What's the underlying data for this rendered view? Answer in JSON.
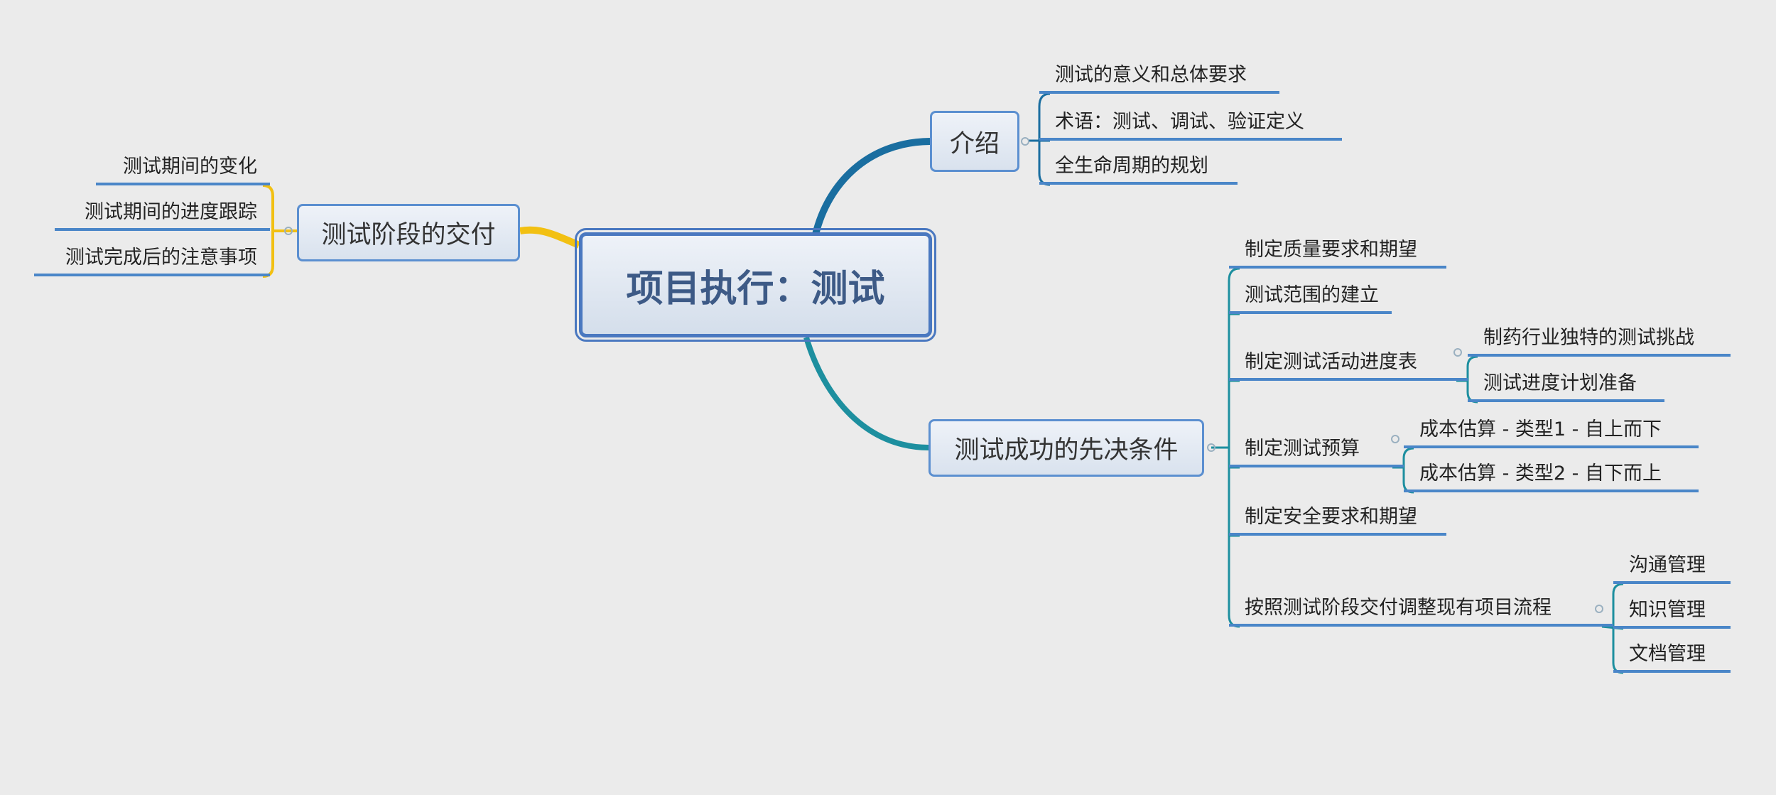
{
  "central": "项目执行：测试",
  "intro": {
    "label": "介绍",
    "children": [
      "测试的意义和总体要求",
      "术语：测试、调试、验证定义",
      "全生命周期的规划"
    ]
  },
  "delivery": {
    "label": "测试阶段的交付",
    "children": [
      "测试期间的变化",
      "测试期间的进度跟踪",
      "测试完成后的注意事项"
    ]
  },
  "prereq": {
    "label": "测试成功的先决条件",
    "children": [
      {
        "label": "制定质量要求和期望"
      },
      {
        "label": "测试范围的建立"
      },
      {
        "label": "制定测试活动进度表",
        "children": [
          "制药行业独特的测试挑战",
          "测试进度计划准备"
        ]
      },
      {
        "label": "制定测试预算",
        "children": [
          "成本估算 - 类型1 - 自上而下",
          "成本估算 - 类型2 - 自下而上"
        ]
      },
      {
        "label": "制定安全要求和期望"
      },
      {
        "label": "按照测试阶段交付调整现有项目流程",
        "children": [
          "沟通管理",
          "知识管理",
          "文档管理"
        ]
      }
    ]
  },
  "colors": {
    "background": "#ebebeb",
    "node_border": "#5b8fd0",
    "intro_branch": "#1a6ea0",
    "prereq_branch": "#1d8f9f",
    "delivery_branch": "#f2c012"
  }
}
